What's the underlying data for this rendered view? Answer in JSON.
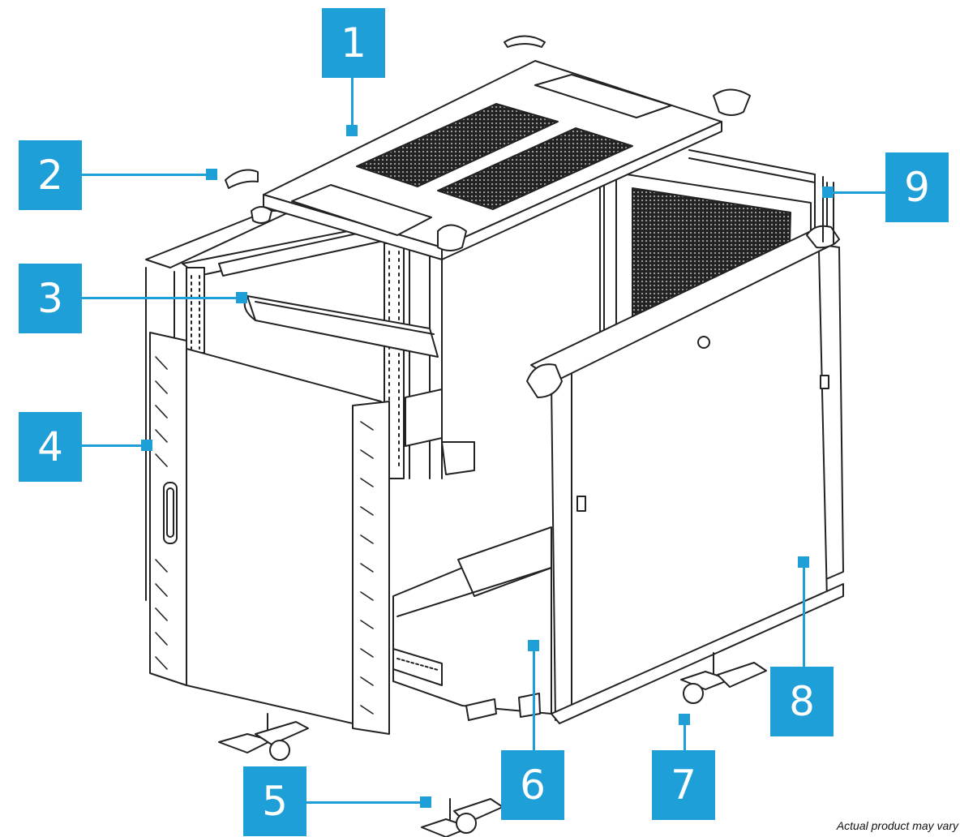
{
  "callouts": {
    "c1": "1",
    "c2": "2",
    "c3": "3",
    "c4": "4",
    "c5": "5",
    "c6": "6",
    "c7": "7",
    "c8": "8",
    "c9": "9"
  },
  "disclaimer": "Actual product may vary",
  "colors": {
    "callout": "#1f9fd8",
    "line": "#222222",
    "vent": "#2a2a2a"
  }
}
